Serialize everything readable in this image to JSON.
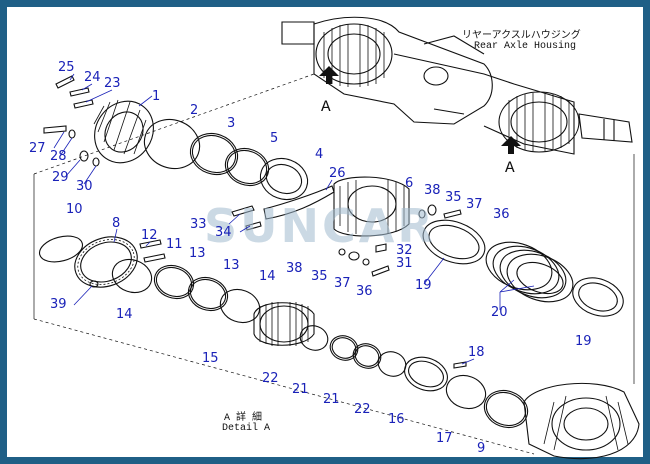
{
  "captions": {
    "housing_jp": "リヤーアクスルハウジング",
    "housing_en": "Rear Axle Housing",
    "detail_jp": "A 詳 細",
    "detail_en": "Detail A"
  },
  "view_marks": [
    {
      "id": "view-mark-a-top",
      "text": "A"
    },
    {
      "id": "view-mark-a-right",
      "text": "A"
    }
  ],
  "watermark": "SUNCAR",
  "part_labels": [
    "25",
    "24",
    "23",
    "1",
    "2",
    "3",
    "5",
    "4",
    "27",
    "28",
    "29",
    "30",
    "26",
    "6",
    "38",
    "35",
    "37",
    "36",
    "33",
    "34",
    "10",
    "8",
    "12",
    "11",
    "13",
    "13",
    "14",
    "32",
    "31",
    "38",
    "35",
    "37",
    "36",
    "19",
    "20",
    "19",
    "39",
    "14",
    "15",
    "18",
    "22",
    "21",
    "21",
    "22",
    "16",
    "17",
    "9"
  ],
  "colors": {
    "frame": "#1f5f86",
    "label": "#1a22b8",
    "line": "#111111"
  }
}
